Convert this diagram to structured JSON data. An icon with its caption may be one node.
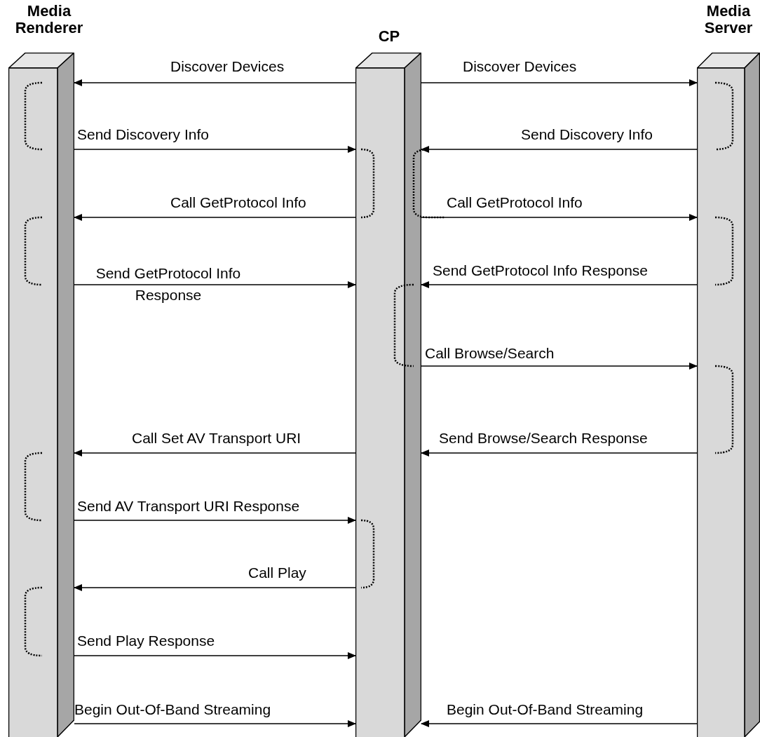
{
  "diagram": {
    "nodes": [
      {
        "text": [
          "Media Renderer"
        ]
      },
      {
        "text": [
          "CP"
        ]
      },
      {
        "text": [
          "Media Server"
        ]
      }
    ],
    "edges": [
      {
        "from": 1,
        "to": 0,
        "arrow": "to",
        "label": "Discover Devices"
      },
      {
        "from": 1,
        "to": 2,
        "arrow": "to",
        "label": "Discover Devices"
      },
      {
        "from": 0,
        "to": 1,
        "arrow": "to",
        "label": "Send Discovery Info"
      },
      {
        "from": 2,
        "to": 1,
        "arrow": "to",
        "label": "Send Discovery Info"
      },
      {
        "from": 1,
        "to": 0,
        "arrow": "to",
        "label": "Call GetProtocol Info"
      },
      {
        "from": 1,
        "to": 2,
        "arrow": "to",
        "label": "Call GetProtocol Info"
      },
      {
        "from": 0,
        "to": 1,
        "arrow": "to",
        "label": "Send GetProtocol Info Response"
      },
      {
        "from": 2,
        "to": 1,
        "arrow": "to",
        "label": "Send GetProtocol Info Response"
      },
      {
        "from": 1,
        "to": 2,
        "arrow": "to",
        "label": "Call Browse/Search"
      },
      {
        "from": 1,
        "to": 0,
        "arrow": "to",
        "label": "Call Set AV Transport URI"
      },
      {
        "from": 2,
        "to": 1,
        "arrow": "to",
        "label": "Send Browse/Search Response"
      },
      {
        "from": 0,
        "to": 1,
        "arrow": "to",
        "label": "Send AV Transport URI Response"
      },
      {
        "from": 1,
        "to": 0,
        "arrow": "to",
        "label": "Call Play"
      },
      {
        "from": 0,
        "to": 1,
        "arrow": "to",
        "label": "Send Play Response"
      },
      {
        "from": 0,
        "to": 1,
        "arrow": "to",
        "label": "Begin Out-Of-Band Streaming"
      },
      {
        "from": 2,
        "to": 1,
        "arrow": "to",
        "label": "Begin Out-Of-Band Streaming"
      }
    ]
  }
}
